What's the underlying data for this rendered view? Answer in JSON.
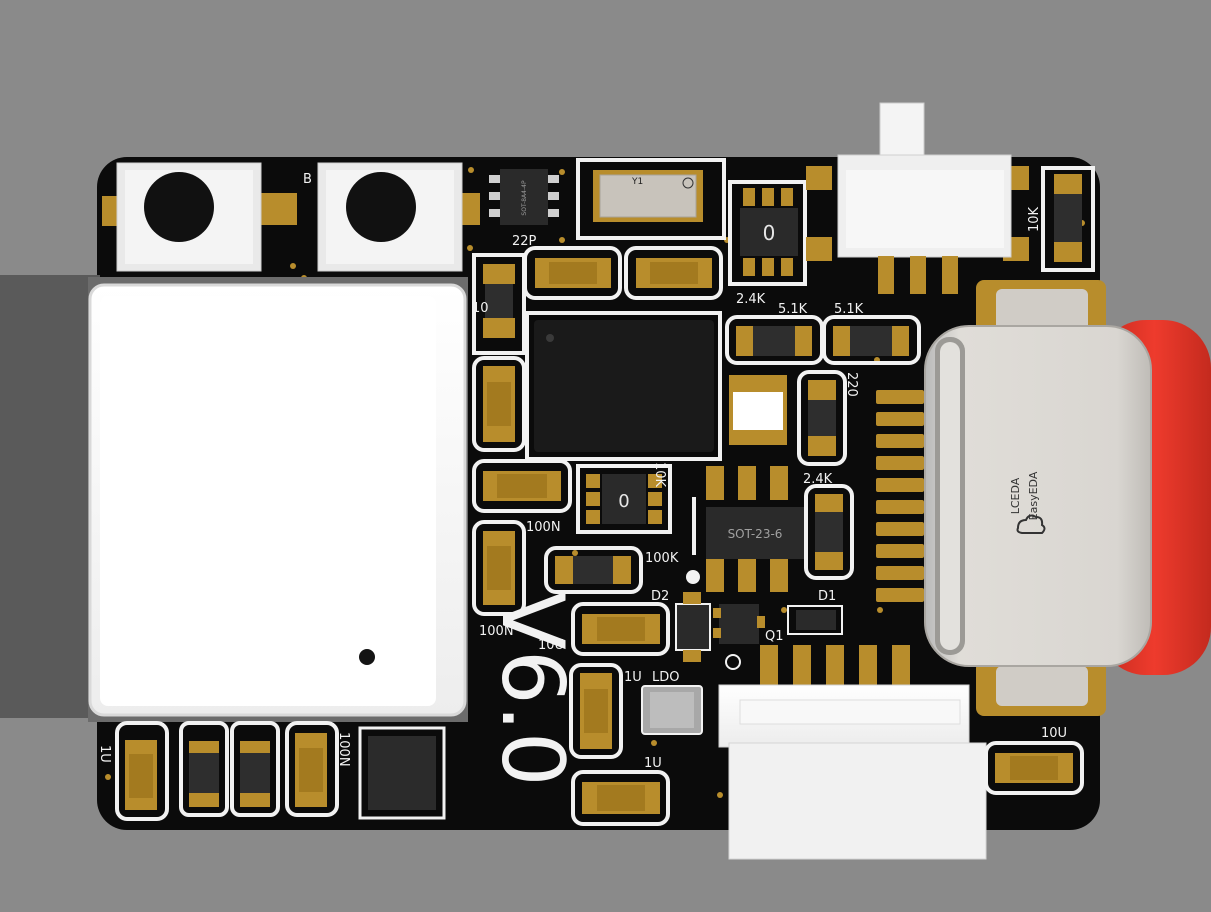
{
  "board": {
    "version": "V6.0",
    "colors": {
      "background": "#8a8a8a",
      "pcb": "#0b0b0b",
      "copper": "#b88d2c",
      "silk": "#f2f2f2",
      "usb_ring": "#e23a2c"
    }
  },
  "labels": {
    "b": "B",
    "c22p": "22P",
    "y1": "Y1",
    "zero_top": "0",
    "r10k_top": "10K",
    "r24k_top": "2.4K",
    "r51k_a": "5.1K",
    "r51k_b": "5.1K",
    "r220": "220",
    "r24k_mid": "2.4K",
    "r10k_mid": "10K",
    "zero_mid": "0",
    "c100n_a": "100N",
    "r100k": "100K",
    "c100n_b": "100N",
    "c10u_a": "10U",
    "d2": "D2",
    "d1": "D1",
    "q1": "Q1",
    "c1u_a": "1U",
    "ldo": "LDO",
    "c1u_b": "1U",
    "c10u_b": "10U",
    "c1u_c": "1U",
    "c100n_c": "100N",
    "c10_partial": "10",
    "sot": "SOT-23-6",
    "sop_chip": "SOT-8A4-4P",
    "usb_brand_a": "LCEDA",
    "usb_brand_b": "EasyEDA"
  }
}
